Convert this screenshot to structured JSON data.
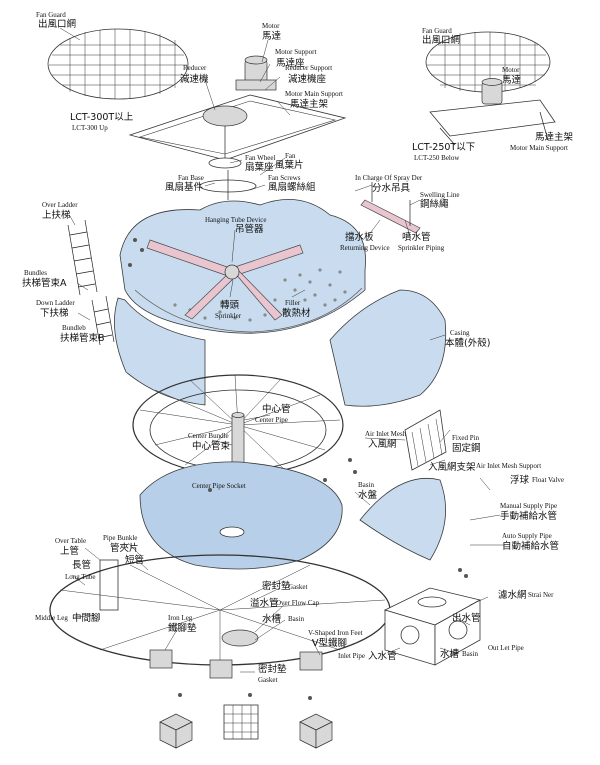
{
  "labels": {
    "fan_guard_left": {
      "en": "Fan Guard",
      "zh": "出風口網"
    },
    "fan_guard_right": {
      "en": "Fan Guard",
      "zh": "出風口網"
    },
    "lct300": {
      "zh": "LCT-300T以上",
      "en": "LCT-300 Up"
    },
    "lct250": {
      "zh": "LCT-250T以下",
      "en": "LCT-250 Below"
    },
    "motor_left": {
      "en": "Motor",
      "zh": "馬達"
    },
    "motor_right": {
      "en": "Motor",
      "zh": "馬達"
    },
    "motor_support": {
      "en": "Motor Support",
      "zh": "馬達座"
    },
    "reducer_support": {
      "en": "Reducer Support",
      "zh": "減速機座"
    },
    "reducer": {
      "en": "Reducer",
      "zh": "減速機"
    },
    "motor_main_support_left": {
      "en": "Motor Main Support",
      "zh": "馬達主架"
    },
    "motor_main_support_right": {
      "zh": "馬達主架",
      "en": "Motor Main Support"
    },
    "fan_wheel": {
      "en": "Fan Wheel",
      "zh": "扇葉座"
    },
    "fan": {
      "en": "Fan",
      "zh": "風葉片"
    },
    "fan_base": {
      "en": "Fan Base",
      "zh": "風扇基件"
    },
    "fan_screws": {
      "en": "Fan Screws",
      "zh": "風扇螺絲組"
    },
    "spray_der": {
      "en": "In Charge Of Spray Der",
      "zh": "分水吊具"
    },
    "swelling_line": {
      "en": "Swelling Line",
      "zh": "鋼絲繩"
    },
    "over_ladder": {
      "en": "Over Ladder",
      "zh": "上扶梯"
    },
    "hanging_tube": {
      "en": "Hanging Tube Device",
      "zh": "吊管器"
    },
    "returning_device": {
      "zh": "擋水板",
      "en": "Returning Device"
    },
    "sprinkler_piping": {
      "zh": "噴水管",
      "en": "Sprinkler Piping"
    },
    "bundles_a": {
      "en": "Bundles",
      "zh": "扶梯管束A"
    },
    "down_ladder": {
      "en": "Down Ladder",
      "zh": "下扶梯"
    },
    "bundles_b": {
      "en": "Bundleb",
      "zh": "扶梯管束B"
    },
    "sprinkler": {
      "zh": "轉頭",
      "en": "Sprinkler"
    },
    "filler": {
      "en": "Filler",
      "zh": "散熱材"
    },
    "casing": {
      "en": "Casing",
      "zh": "本體(外殼)"
    },
    "center_bundle": {
      "en": "Center Bundle",
      "zh": "中心管束"
    },
    "center_pipe": {
      "zh": "中心管",
      "en": "Center Pipe"
    },
    "center_pipe_socket": {
      "en": "Center Pipe Socket"
    },
    "air_inlet_mesh": {
      "en": "Air Inlet Mesh",
      "zh": "入風網"
    },
    "fixed_pin": {
      "en": "Fixed Pin",
      "zh": "固定鋼"
    },
    "air_inlet_mesh_support": {
      "zh": "入風網支架",
      "en": "Air Inlet Mesh Support"
    },
    "float_valve": {
      "zh": "浮球",
      "en": "Float Valve"
    },
    "basin_right": {
      "en": "Basin",
      "zh": "水盤"
    },
    "manual_supply": {
      "en": "Manual Supply Pipe",
      "zh": "手動補給水管"
    },
    "auto_supply": {
      "en": "Auto Supply Pipe",
      "zh": "自動補給水管"
    },
    "over_table": {
      "en": "Over Table",
      "zh": "上管"
    },
    "pipe_bundle": {
      "en": "Pipe Bunkle",
      "zh": "管夾片"
    },
    "short_tube": {
      "zh": "短管"
    },
    "long_tube": {
      "zh": "長管",
      "en": "Long Tube"
    },
    "gasket_top": {
      "zh": "密封墊",
      "en": "Gasket"
    },
    "over_flow_cap": {
      "zh": "溢水管",
      "en": "Over Flow Cap"
    },
    "basin_mid": {
      "zh": "水槽",
      "en": "Basin"
    },
    "strainer": {
      "zh": "濾水網",
      "en": "Strai Ner"
    },
    "middle_leg": {
      "en": "Middle Leg",
      "zh": "中間腳"
    },
    "iron_leg": {
      "en": "Iron Leg",
      "zh": "鐵腳墊"
    },
    "v_iron_feet": {
      "en": "V-Shaped Iron Feet",
      "zh": "V型鐵腳"
    },
    "outlet_pipe": {
      "zh": "出水管",
      "en": "Out Let Pipe"
    },
    "basin_box": {
      "zh": "水槽",
      "en": "Basin"
    },
    "inlet_pipe": {
      "en": "Inlet Pipe",
      "zh": "入水管"
    },
    "gasket_bottom": {
      "zh": "密封墊",
      "en": "Gasket"
    }
  }
}
